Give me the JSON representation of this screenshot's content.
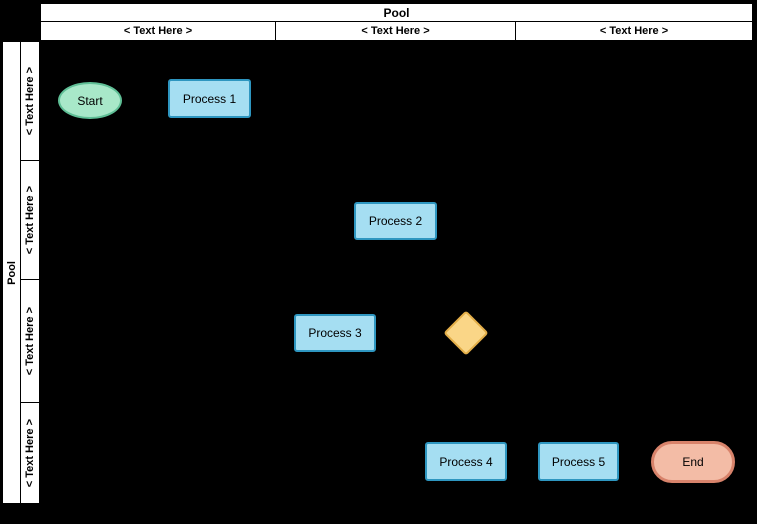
{
  "pool": {
    "title": "Pool",
    "side_label": "Pool",
    "columns": [
      {
        "label": "< Text Here >"
      },
      {
        "label": "< Text Here >"
      },
      {
        "label": "< Text Here >"
      }
    ],
    "lanes": [
      {
        "label": "< Text Here >"
      },
      {
        "label": "< Text Here >"
      },
      {
        "label": "< Text Here >"
      },
      {
        "label": "< Text Here >"
      }
    ]
  },
  "shapes": {
    "start": {
      "label": "Start",
      "type": "start-event"
    },
    "process1": {
      "label": "Process 1",
      "type": "process"
    },
    "process2": {
      "label": "Process 2",
      "type": "process"
    },
    "process3": {
      "label": "Process 3",
      "type": "process"
    },
    "gateway": {
      "label": "",
      "type": "decision-gateway"
    },
    "process4": {
      "label": "Process 4",
      "type": "process"
    },
    "process5": {
      "label": "Process 5",
      "type": "process"
    },
    "end": {
      "label": "End",
      "type": "end-event"
    }
  },
  "colors": {
    "canvas_background": "#000000",
    "pool_header_background": "#ffffff",
    "start_fill": "#a8e8c9",
    "start_border": "#5fbf96",
    "process_fill": "#a5def2",
    "process_border": "#2e96c0",
    "gateway_fill": "#fad687",
    "gateway_border": "#e3ae48",
    "end_fill": "#f3bca6",
    "end_border": "#d8836b"
  }
}
